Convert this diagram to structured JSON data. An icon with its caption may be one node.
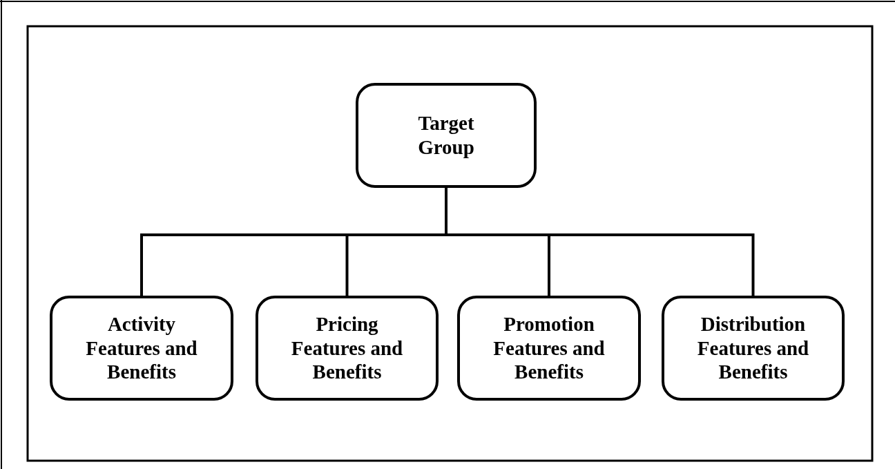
{
  "diagram": {
    "nodes": [
      {
        "text": [
          "Target Group"
        ]
      },
      {
        "text": [
          "Activity Features and Benefits"
        ]
      },
      {
        "text": [
          "Pricing Features and Benefits"
        ]
      },
      {
        "text": [
          "Promotion Features and Benefits"
        ]
      },
      {
        "text": [
          "Distribution Features and Benefits"
        ]
      }
    ],
    "edges": [
      {
        "from": 0,
        "to": 1,
        "arrow": "none"
      },
      {
        "from": 0,
        "to": 2,
        "arrow": "none"
      },
      {
        "from": 0,
        "to": 3,
        "arrow": "none"
      },
      {
        "from": 0,
        "to": 4,
        "arrow": "none"
      }
    ]
  }
}
